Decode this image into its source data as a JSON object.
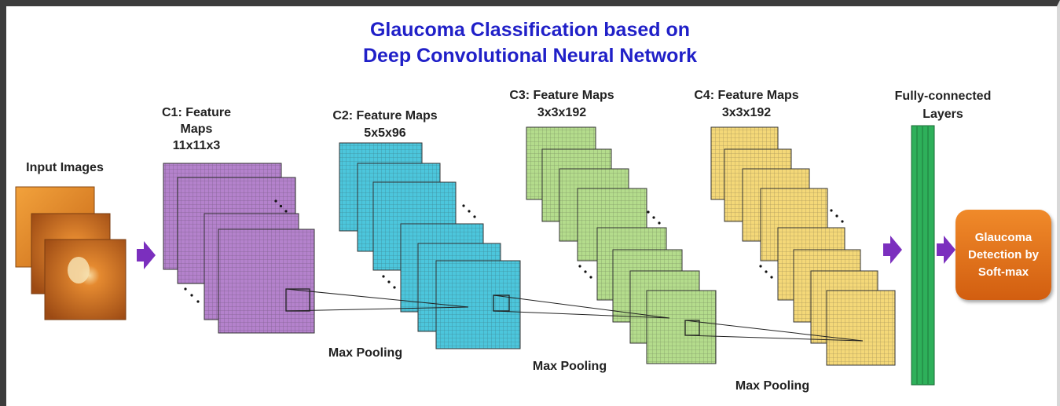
{
  "title": {
    "line1": "Glaucoma Classification based on",
    "line2": "Deep  Convolutional Neural Network"
  },
  "input": {
    "label": "Input Images"
  },
  "layers": [
    {
      "id": "c1",
      "line1": "C1: Feature",
      "line2": "Maps",
      "line3": "11x11x3",
      "color": "#b482cc"
    },
    {
      "id": "c2",
      "line1": "C2: Feature Maps",
      "line2": "5x5x96",
      "color": "#4cc6dc"
    },
    {
      "id": "c3",
      "line1": "C3: Feature Maps",
      "line2": "3x3x192",
      "color": "#b4dc8c"
    },
    {
      "id": "c4",
      "line1": "C4: Feature Maps",
      "line2": "3x3x192",
      "color": "#f4d878"
    }
  ],
  "pooling": [
    "Max Pooling",
    "Max Pooling",
    "Max Pooling"
  ],
  "fc": {
    "line1": "Fully-connected",
    "line2": "Layers",
    "color": "#2eb05a"
  },
  "output": {
    "label": "Glaucoma\nDetection by\nSoft-max",
    "color": "#e8731c"
  },
  "arrow_color": "#7b2fbe"
}
